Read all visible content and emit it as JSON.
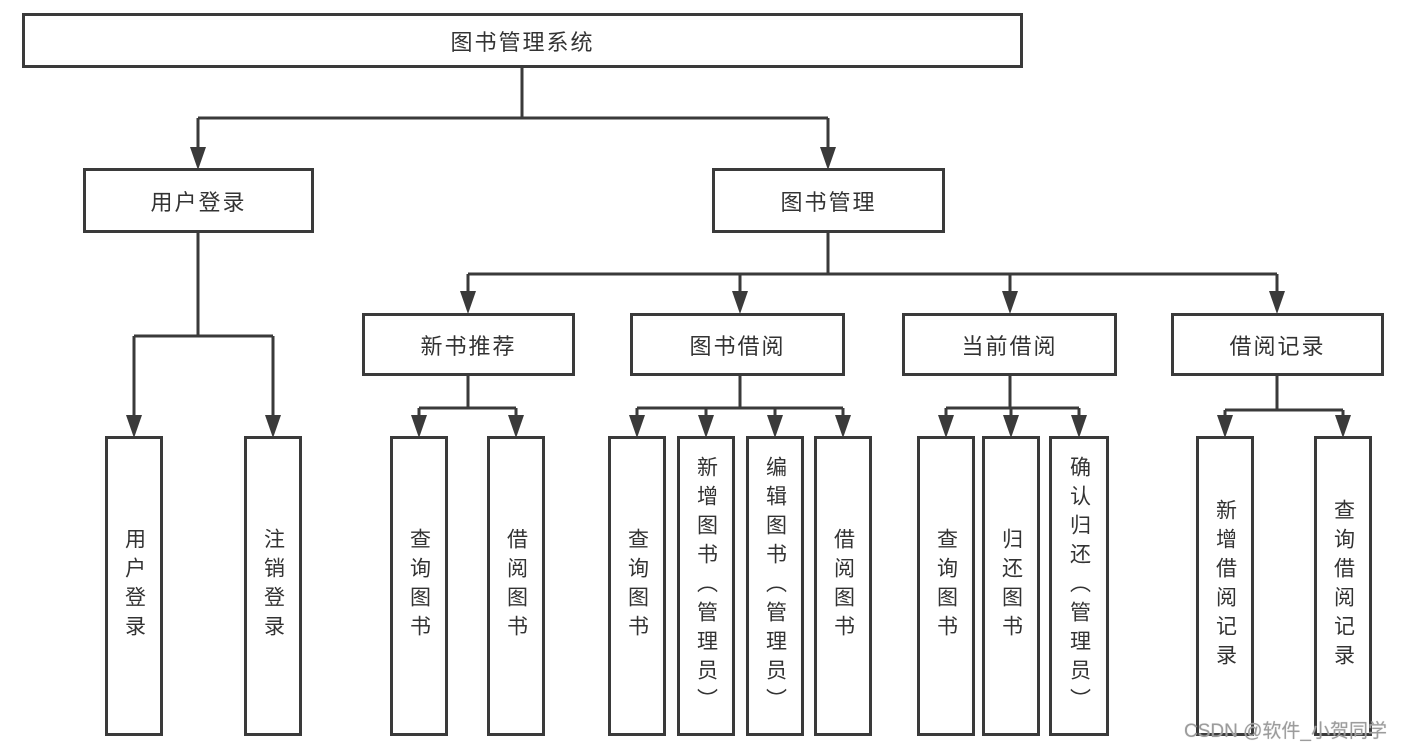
{
  "root": {
    "label": "图书管理系统"
  },
  "level2": {
    "user_login": {
      "label": "用户登录"
    },
    "book_mgmt": {
      "label": "图书管理"
    }
  },
  "level3": {
    "new_book": {
      "label": "新书推荐"
    },
    "borrow": {
      "label": "图书借阅"
    },
    "current": {
      "label": "当前借阅"
    },
    "record": {
      "label": "借阅记录"
    }
  },
  "leaves": {
    "user_login": [
      "用户登录",
      "注销登录"
    ],
    "new_book": [
      "查询图书",
      "借阅图书"
    ],
    "borrow": [
      "查询图书",
      "新增图书（管理员）",
      "编辑图书（管理员）",
      "借阅图书"
    ],
    "current": [
      "查询图书",
      "归还图书",
      "确认归还（管理员）"
    ],
    "record": [
      "新增借阅记录",
      "查询借阅记录"
    ]
  },
  "watermark": {
    "text": "CSDN @软件_小贺同学"
  },
  "colors": {
    "line": "#3a3a3a",
    "text": "#333333",
    "watermark": "#9c9c9c",
    "background": "#ffffff"
  }
}
